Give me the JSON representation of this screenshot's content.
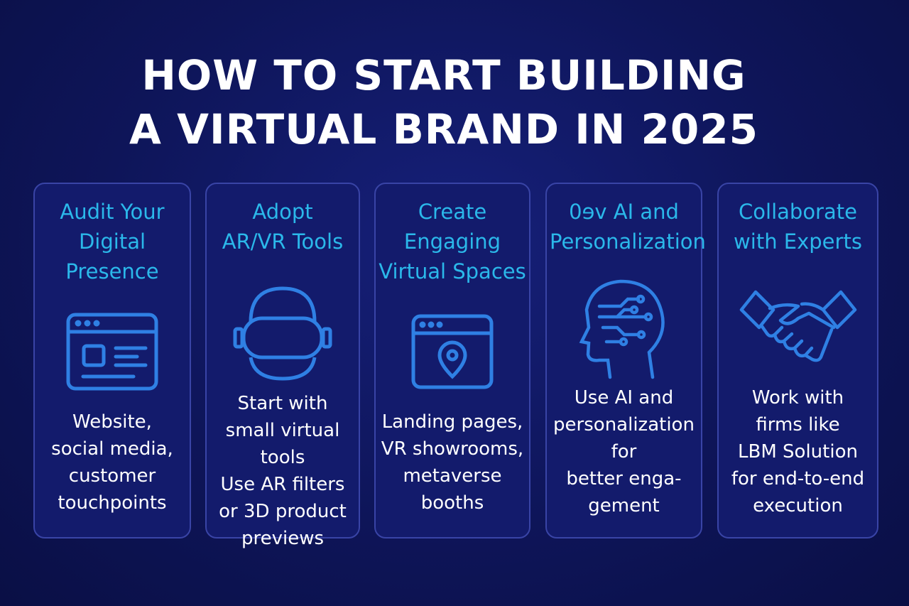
{
  "title": {
    "line1": "HOW TO START BUILDING",
    "line2": "A VIRTUAL BRAND IN 2025"
  },
  "colors": {
    "accent": "#2bb8ea",
    "icon": "#2f80e4",
    "background": "#0e1559"
  },
  "cards": [
    {
      "title": [
        "Audit Your",
        "Digital",
        "Presence"
      ],
      "icon": "browser-window-icon",
      "body": [
        "Website,",
        "social media,",
        "customer",
        "touchpoints"
      ]
    },
    {
      "title": [
        "Adopt",
        "AR/VR Tools"
      ],
      "icon": "vr-headset-icon",
      "body": [
        "Start with",
        "small virtual",
        "tools",
        "Use AR filters",
        "or 3D product",
        "previews"
      ]
    },
    {
      "title": [
        "Create",
        "Engaging",
        "Virtual Spaces"
      ],
      "icon": "location-window-icon",
      "body": [
        "Landing pages,",
        "VR showrooms,",
        "metaverse",
        "booths"
      ]
    },
    {
      "title": [
        "0ɘv AI and",
        "Personalization"
      ],
      "icon": "ai-head-icon",
      "body": [
        "Use AI and",
        "personalization",
        "for",
        "better enga-",
        "gement"
      ]
    },
    {
      "title": [
        "Collaborate",
        "with Experts"
      ],
      "icon": "handshake-icon",
      "body": [
        "Work with",
        "firms like",
        "LBM Solution",
        "for end-to-end",
        "execution"
      ]
    }
  ]
}
